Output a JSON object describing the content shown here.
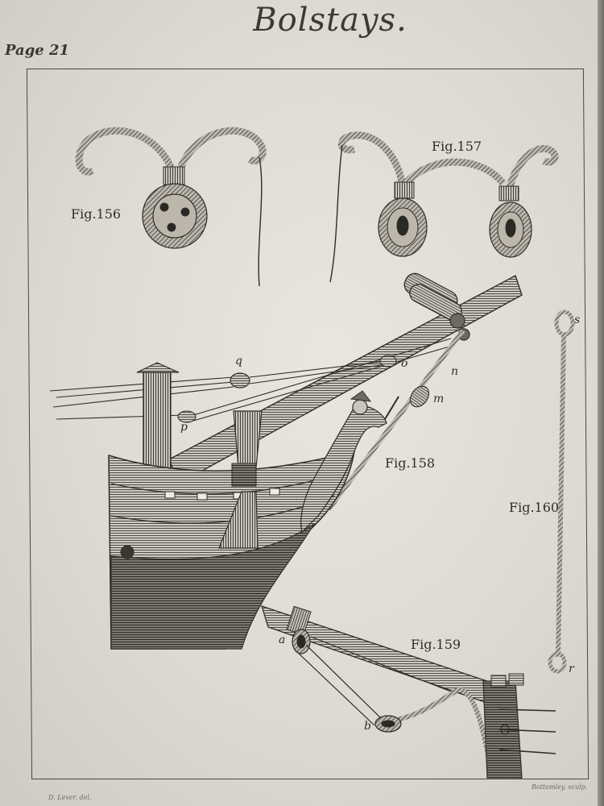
{
  "header": {
    "title": "Bolstays.",
    "page_number": "Page 21"
  },
  "figures": {
    "fig156": "Fig.156",
    "fig157": "Fig.157",
    "fig158": "Fig.158",
    "fig159": "Fig.159",
    "fig160": "Fig.160"
  },
  "letters": {
    "q": "q",
    "o": "o",
    "n": "n",
    "m": "m",
    "p": "p",
    "s": "s",
    "r": "r",
    "a": "a",
    "b": "b"
  },
  "credits": {
    "left": "D. Lever. del.",
    "right": "Bottomley. sculp."
  },
  "colors": {
    "paper": "#e6e3dc",
    "ink": "#2f2d29"
  }
}
